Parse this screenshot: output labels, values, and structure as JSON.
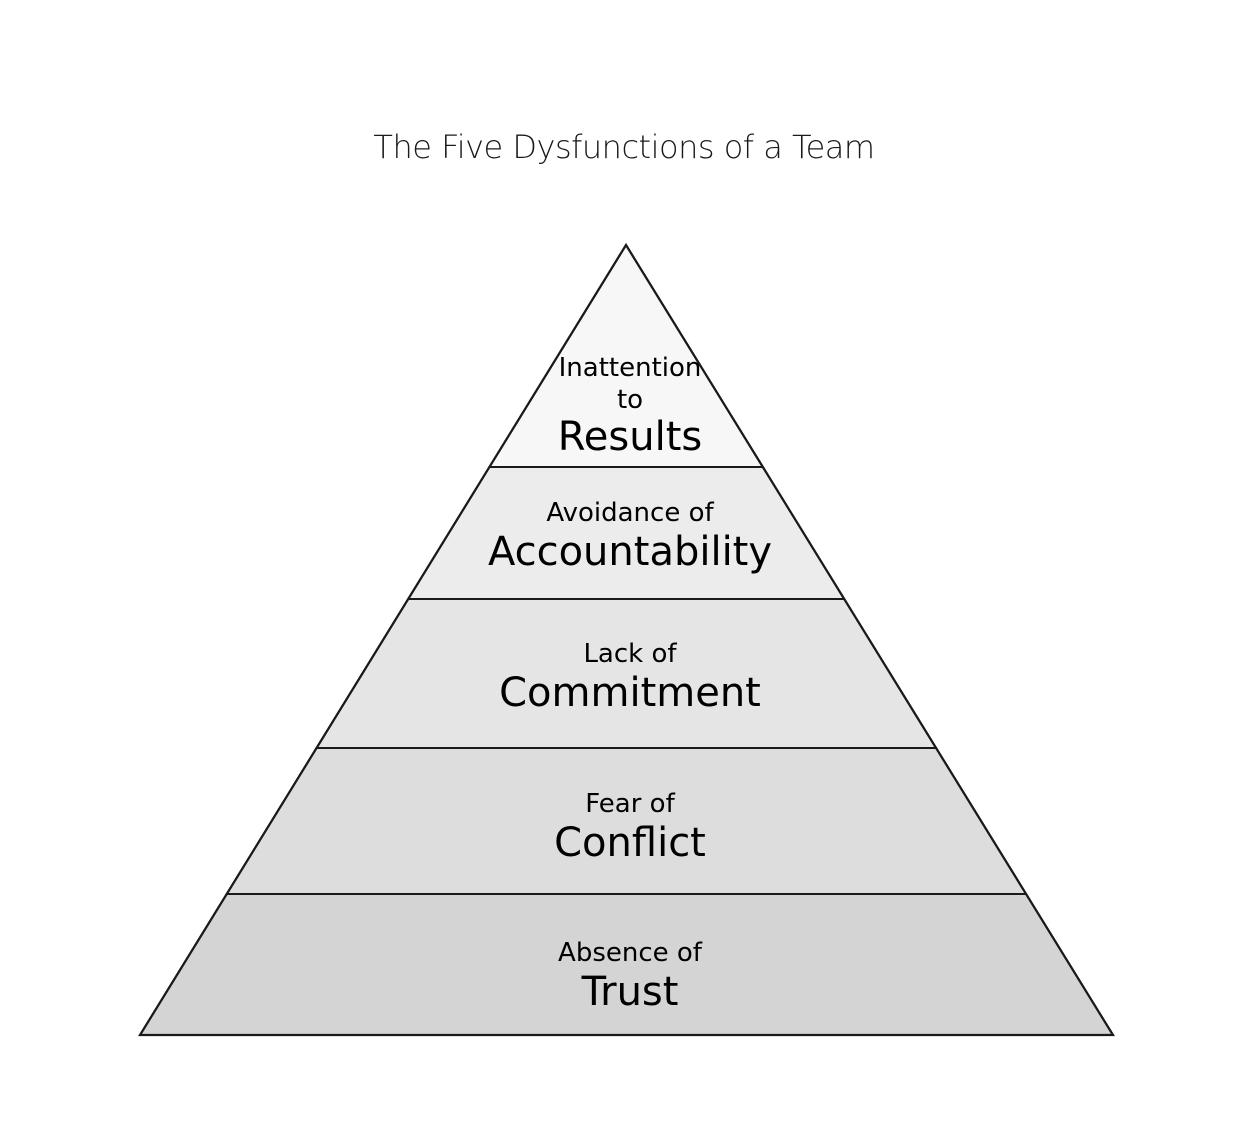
{
  "title": "The Five Dysfunctions of a Team",
  "levels": [
    {
      "prefix_lines": [
        "Inattention",
        "to"
      ],
      "main": "Results",
      "fill": "#f7f7f7"
    },
    {
      "prefix_lines": [
        "Avoidance of"
      ],
      "main": "Accountability",
      "fill": "#ececec"
    },
    {
      "prefix_lines": [
        "Lack of"
      ],
      "main": "Commitment",
      "fill": "#e5e5e5"
    },
    {
      "prefix_lines": [
        "Fear of"
      ],
      "main": "Conflict",
      "fill": "#dddddd"
    },
    {
      "prefix_lines": [
        "Absence of"
      ],
      "main": "Trust",
      "fill": "#d4d4d4"
    }
  ],
  "colors": {
    "outline": "#1a1a1a"
  }
}
